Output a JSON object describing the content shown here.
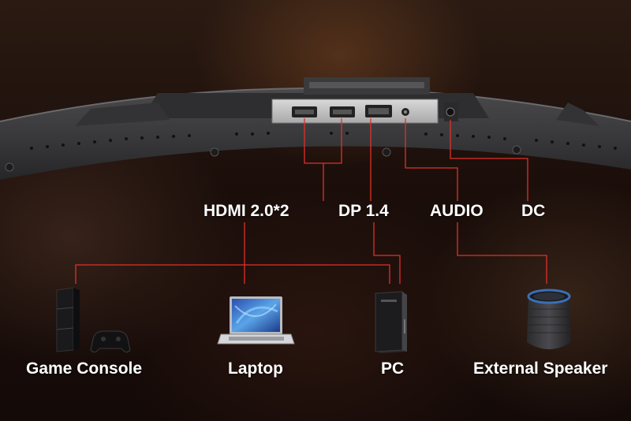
{
  "ports": [
    {
      "label": "HDMI 2.0*2"
    },
    {
      "label": "DP 1.4"
    },
    {
      "label": "AUDIO"
    },
    {
      "label": "DC"
    }
  ],
  "devices": [
    {
      "label": "Game Console",
      "icon": "game-console-icon"
    },
    {
      "label": "Laptop",
      "icon": "laptop-icon"
    },
    {
      "label": "PC",
      "icon": "pc-tower-icon"
    },
    {
      "label": "External Speaker",
      "icon": "speaker-icon"
    }
  ],
  "colors": {
    "line": "#e0302a",
    "text": "#ffffff"
  }
}
